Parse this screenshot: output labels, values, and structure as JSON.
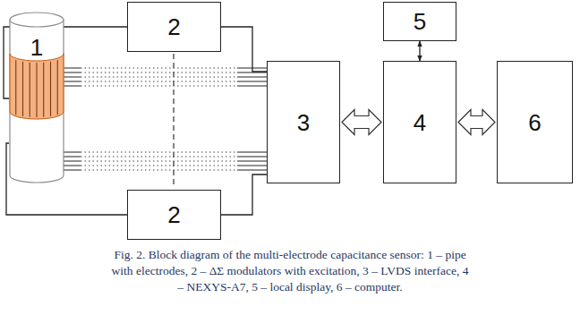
{
  "diagram": {
    "caption": "Fig. 2. Block diagram of the multi-electrode capacitance sensor: 1 – pipe with electrodes, 2 – ΔΣ modulators with excitation, 3 – LVDS interface, 4 – NEXYS-A7, 5 – local display, 6 – computer.",
    "nodes": [
      {
        "text": [
          "1"
        ]
      },
      {
        "text": [
          "2"
        ]
      },
      {
        "text": [
          "5"
        ]
      },
      {
        "text": [
          "3"
        ]
      },
      {
        "text": [
          "4"
        ]
      },
      {
        "text": [
          "6"
        ]
      },
      {
        "text": [
          "2"
        ]
      }
    ],
    "edges": [
      {
        "from": 0,
        "to": 1,
        "arrow": "none"
      },
      {
        "from": 0,
        "to": 6,
        "arrow": "none"
      },
      {
        "from": 0,
        "to": 3,
        "arrow": "none"
      },
      {
        "from": 1,
        "to": 3,
        "arrow": "none"
      },
      {
        "from": 6,
        "to": 3,
        "arrow": "none"
      },
      {
        "from": 3,
        "to": 4,
        "arrow": "both"
      },
      {
        "from": 4,
        "to": 5,
        "arrow": "both"
      },
      {
        "from": 2,
        "to": 4,
        "arrow": "both"
      }
    ]
  }
}
